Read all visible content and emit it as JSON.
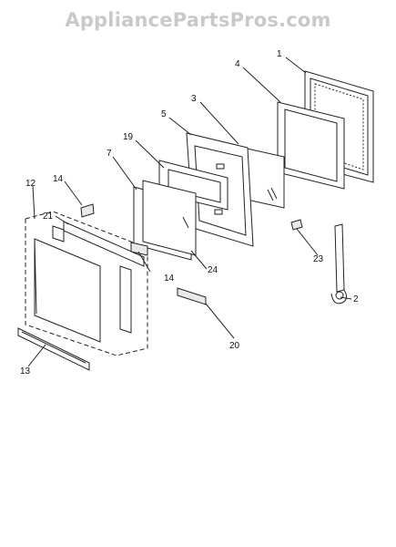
{
  "watermark": "AppliancePartsPros.com",
  "callouts": [
    {
      "id": "c1",
      "text": "1"
    },
    {
      "id": "c4",
      "text": "4"
    },
    {
      "id": "c3",
      "text": "3"
    },
    {
      "id": "c5",
      "text": "5"
    },
    {
      "id": "c19",
      "text": "19"
    },
    {
      "id": "c7",
      "text": "7"
    },
    {
      "id": "c14a",
      "text": "14"
    },
    {
      "id": "c12",
      "text": "12"
    },
    {
      "id": "c21",
      "text": "21"
    },
    {
      "id": "c14b",
      "text": "14"
    },
    {
      "id": "c24",
      "text": "24"
    },
    {
      "id": "c23",
      "text": "23"
    },
    {
      "id": "c2",
      "text": "2"
    },
    {
      "id": "c20",
      "text": "20"
    },
    {
      "id": "c13",
      "text": "13"
    }
  ]
}
